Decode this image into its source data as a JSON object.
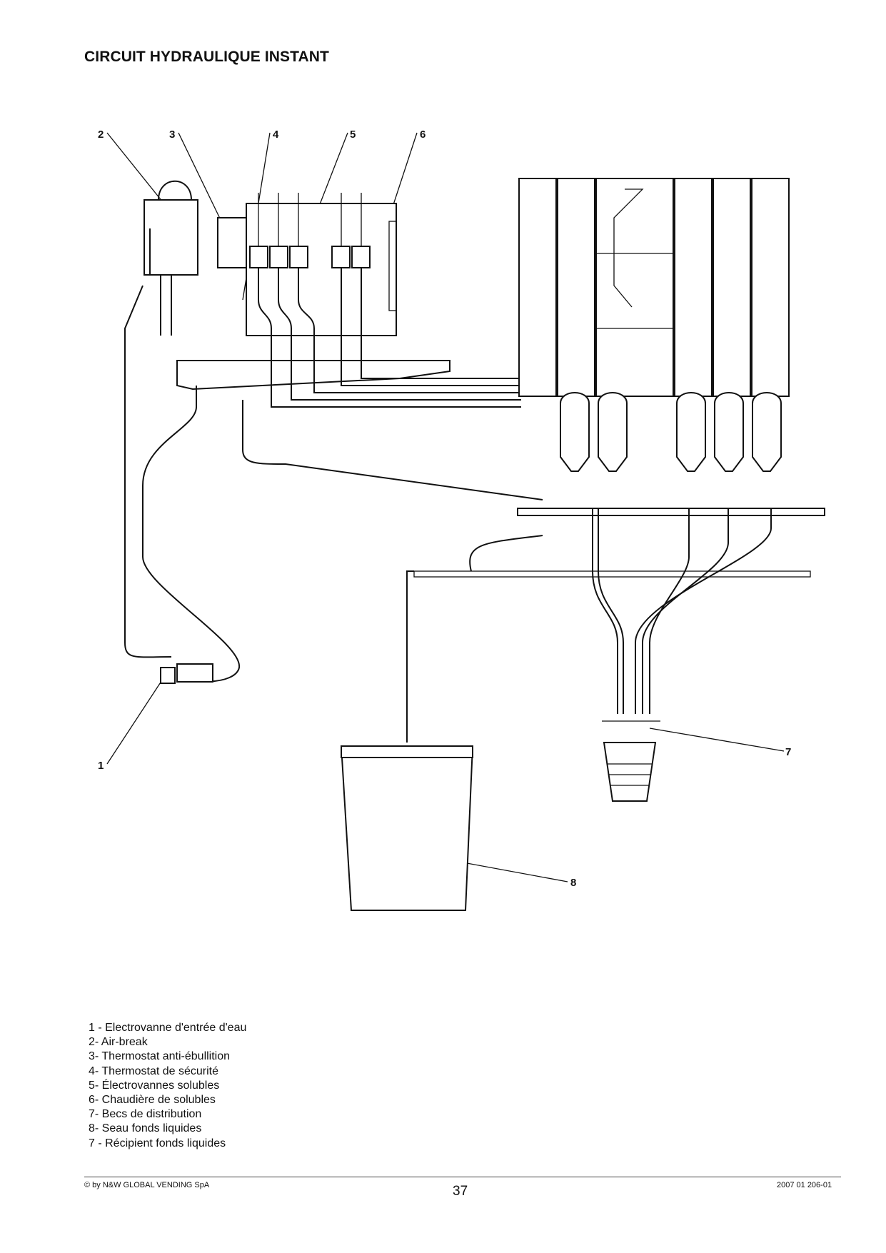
{
  "page": {
    "title": "CIRCUIT HYDRAULIQUE INSTANT"
  },
  "callouts": [
    "1",
    "2",
    "3",
    "4",
    "5",
    "6",
    "7",
    "8"
  ],
  "legend": [
    "1 - Electrovanne d'entrée d'eau",
    "2- Air-break",
    "3- Thermostat anti-ébullition",
    "4- Thermostat de sécurité",
    "5- Électrovannes solubles",
    "6- Chaudière de solubles",
    "7- Becs de distribution",
    "8- Seau fonds liquides",
    "7 - Récipient fonds liquides"
  ],
  "footer": {
    "copyright": "© by N&W GLOBAL VENDING SpA",
    "page_number": "37",
    "doc_code": "2007 01 206-01"
  }
}
